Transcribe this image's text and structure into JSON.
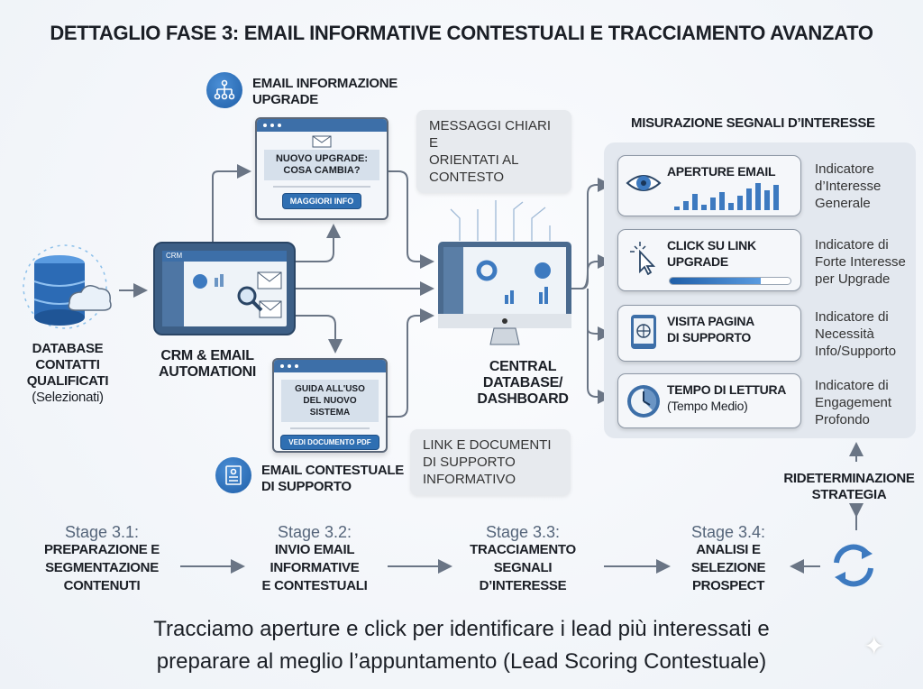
{
  "title": "DETTAGLIO FASE 3: EMAIL INFORMATIVE CONTESTUALI E TRACCIAMENTO AVANZATO",
  "database": {
    "line1": "DATABASE",
    "line2": "CONTATTI",
    "line3": "QUALIFICATI",
    "sub": "(Selezionati)"
  },
  "crm": {
    "screen_label": "CRM",
    "line1": "CRM & EMAIL",
    "line2": "AUTOMATIONI"
  },
  "email_upgrade": {
    "label1": "EMAIL INFORMAZIONE",
    "label2": "UPGRADE",
    "headline1": "NUOVO UPGRADE:",
    "headline2": "COSA CAMBIA?",
    "button": "MAGGIORI INFO",
    "icon": "hierarchy-icon"
  },
  "email_support": {
    "label1": "EMAIL CONTESTUALE",
    "label2": "DI SUPPORTO",
    "headline1": "GUIDA ALL'USO",
    "headline2": "DEL NUOVO SISTEMA",
    "button": "VEDI DOCUMENTO PDF",
    "icon": "document-icon"
  },
  "callouts": [
    {
      "l1": "MESSAGGI CHIARI E",
      "l2": "ORIENTATI AL",
      "l3": "CONTESTO"
    },
    {
      "l1": "LINK E DOCUMENTI",
      "l2": "DI SUPPORTO",
      "l3": "INFORMATIVO"
    }
  ],
  "central": {
    "line1": "CENTRAL",
    "line2": "DATABASE/",
    "line3": "DASHBOARD"
  },
  "signals": {
    "header": "MISURAZIONE SEGNALI D’INTERESSE",
    "items": [
      {
        "title1": "APERTURE EMAIL",
        "title2": "",
        "icon": "eye-icon",
        "ind1": "Indicatore",
        "ind2": "d’Interesse",
        "ind3": "Generale"
      },
      {
        "title1": "CLICK SU LINK",
        "title2": "UPGRADE",
        "icon": "cursor-click-icon",
        "progress": 0.75,
        "ind1": "Indicatore di",
        "ind2": "Forte Interesse",
        "ind3": "per Upgrade"
      },
      {
        "title1": "VISITA PAGINA",
        "title2": "DI SUPPORTO",
        "icon": "tablet-globe-icon",
        "ind1": "Indicatore di",
        "ind2": "Necessità",
        "ind3": "Info/Supporto"
      },
      {
        "title1": "TEMPO DI LETTURA",
        "title2": "(Tempo Medio)",
        "icon": "clock-icon",
        "ind1": "Indicatore di",
        "ind2": "Engagement",
        "ind3": "Profondo"
      }
    ]
  },
  "strategy": {
    "line1": "RIDETERMINAZIONE",
    "line2": "STRATEGIA"
  },
  "stages": [
    {
      "num": "Stage 3.1:",
      "l1": "PREPARAZIONE E",
      "l2": "SEGMENTAZIONE",
      "l3": "CONTENUTI"
    },
    {
      "num": "Stage 3.2:",
      "l1": "INVIO EMAIL",
      "l2": "INFORMATIVE",
      "l3": "E CONTESTUALI"
    },
    {
      "num": "Stage 3.3:",
      "l1": "TRACCIAMENTO",
      "l2": "SEGNALI",
      "l3": "D’INTERESSE"
    },
    {
      "num": "Stage 3.4:",
      "l1": "ANALISI E",
      "l2": "SELEZIONE",
      "l3": "PROSPECT"
    }
  ],
  "footer": {
    "line1": "Tracciamo aperture e click per identificare i lead più interessati e",
    "line2": "preparare al meglio l’appuntamento (Lead Scoring Contestuale)"
  },
  "colors": {
    "accent": "#2f6fb2",
    "arrow": "#6a7585",
    "text": "#1b1f26"
  }
}
